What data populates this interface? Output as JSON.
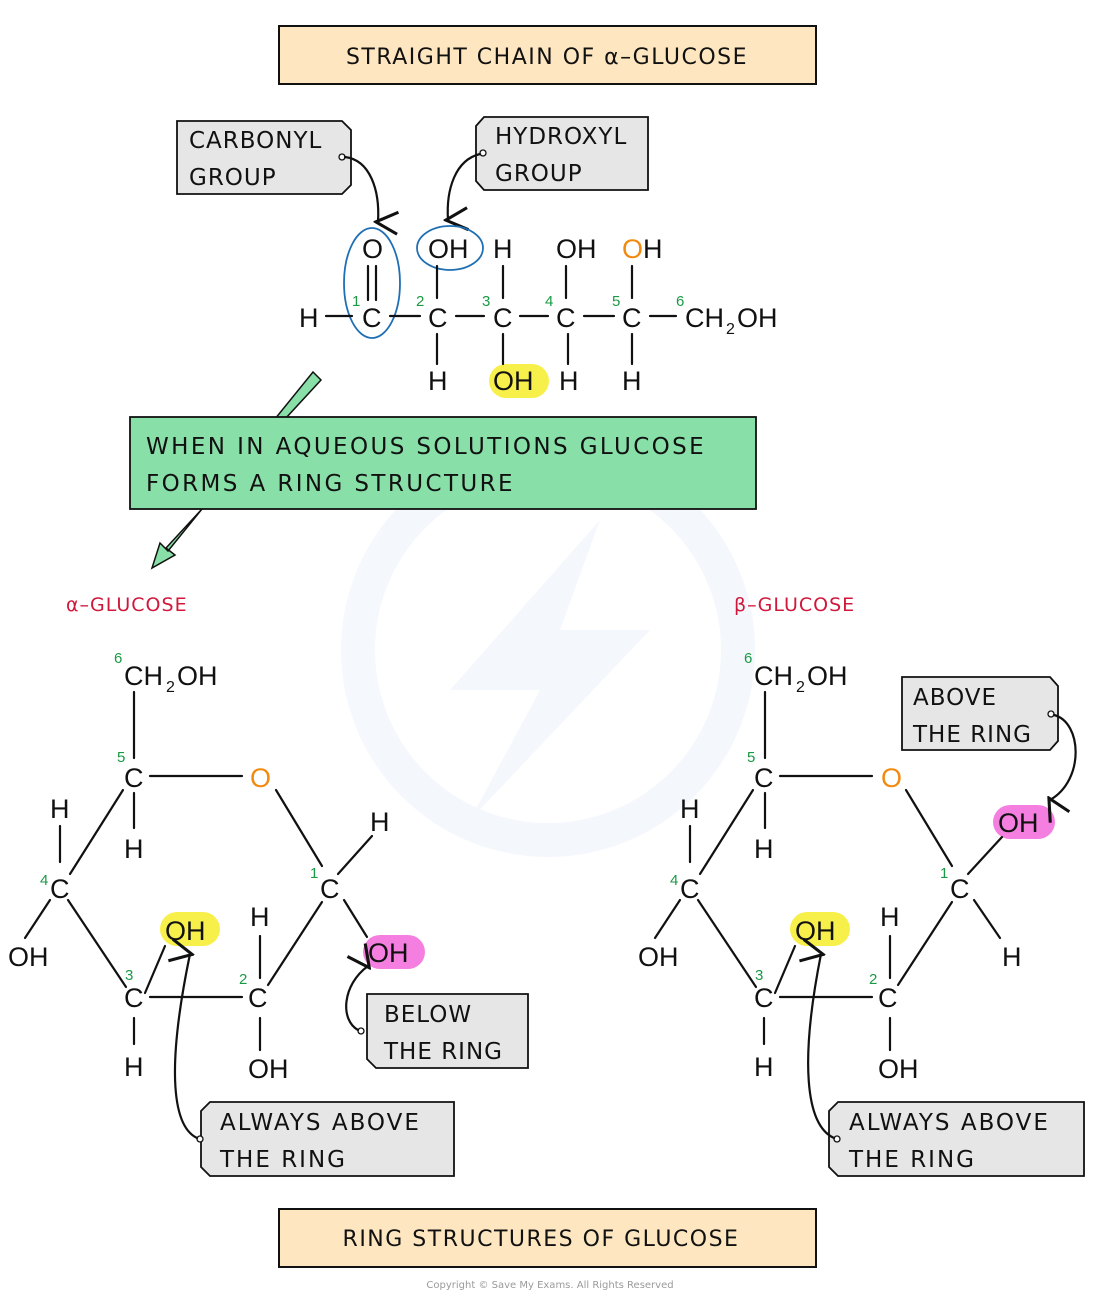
{
  "titles": {
    "top": "STRAIGHT CHAIN OF α–GLUCOSE",
    "bottom": "RING STRUCTURES OF GLUCOSE"
  },
  "callouts": {
    "carbonyl": [
      "CARBONYL",
      "GROUP"
    ],
    "hydroxyl": [
      "HYDROXYL",
      "GROUP"
    ],
    "aqueous": [
      "WHEN IN AQUEOUS SOLUTIONS GLUCOSE",
      "FORMS A RING STRUCTURE"
    ],
    "below_ring": [
      "BELOW",
      "THE RING"
    ],
    "always_above_alpha": [
      "ALWAYS ABOVE",
      "THE RING"
    ],
    "above_ring": [
      "ABOVE",
      "THE RING"
    ],
    "always_above_beta": [
      "ALWAYS ABOVE",
      "THE RING"
    ]
  },
  "ring_labels": {
    "alpha": "α–GLUCOSE",
    "beta": "β–GLUCOSE"
  },
  "straight_chain": {
    "left_h": "H",
    "carbon": "C",
    "carbon_numbers": [
      "1",
      "2",
      "3",
      "4",
      "5",
      "6"
    ],
    "c1_top": "O",
    "c2_top": "OH",
    "c2_bottom": "H",
    "c3_top": "H",
    "c3_bottom": "OH",
    "c4_top": "OH",
    "c4_bottom": "H",
    "c5_top_o": "O",
    "c5_top_h": "H",
    "c5_bottom": "H",
    "c6_group_ch": "CH",
    "c6_group_sub": "2",
    "c6_group_oh": "OH"
  },
  "ring": {
    "carbon": "C",
    "ring_oxygen": "O",
    "ch2": "CH",
    "sub2": "2",
    "oh": "OH",
    "h": "H",
    "numbers": [
      "1",
      "2",
      "3",
      "4",
      "5",
      "6"
    ]
  },
  "highlight_colors": {
    "yellow": "#f8f04a",
    "pink": "#f47fe0",
    "circle_blue": "#1f6fb5",
    "title_box": "#fde6c0",
    "callout_box": "#e6e6e6",
    "aqueous_box": "#88dfa8",
    "arrow_green": "#88dfa8",
    "ring_oxygen": "#f28a10",
    "glucose_label": "#d0183c",
    "carbon_number": "#1a9a45"
  },
  "footer": {
    "copyright": "Copyright © Save My Exams. All Rights Reserved"
  }
}
